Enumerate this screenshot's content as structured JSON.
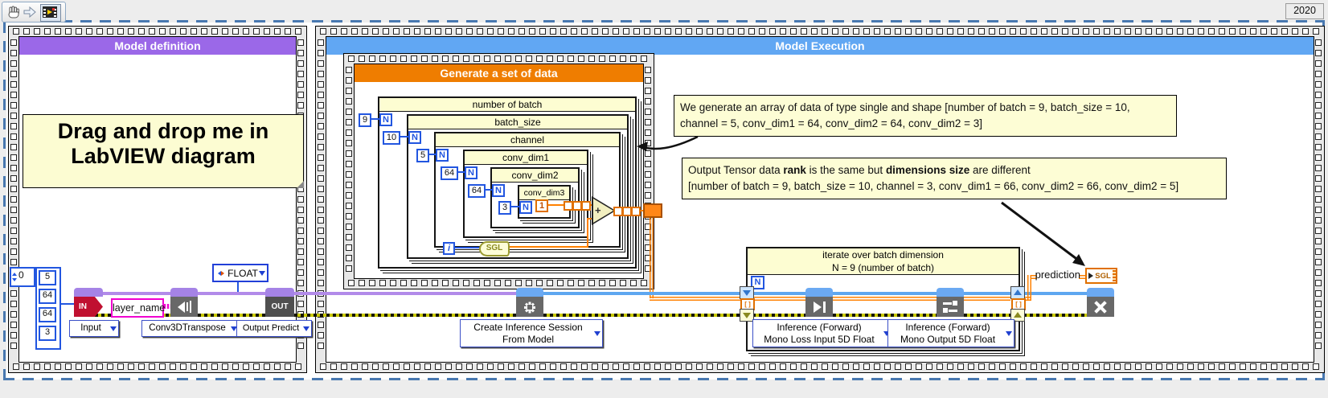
{
  "window": {
    "year": "2020"
  },
  "model_definition": {
    "title": "Model definition",
    "note_line1": "Drag and drop me in",
    "note_line2": "LabVIEW diagram",
    "index_value": "0",
    "array_values": [
      "5",
      "64",
      "64",
      "3"
    ],
    "in_node": "IN",
    "out_node": "OUT",
    "layer_name": "layer_name",
    "input_dropdown": "Input",
    "conv_dropdown": "Conv3DTranspose",
    "float_enum": "FLOAT",
    "output_dropdown": "Output Predict"
  },
  "model_execution": {
    "title": "Model Execution",
    "generate": {
      "title": "Generate a set of data",
      "n_terminal": "N",
      "one_constant": "1",
      "add_operator": "+",
      "iteration_terminal": "i",
      "sgl_conversion": "SGL",
      "loops": [
        {
          "label": "number of batch",
          "count": "9"
        },
        {
          "label": "batch_size",
          "count": "10"
        },
        {
          "label": "channel",
          "count": "5"
        },
        {
          "label": "conv_dim1",
          "count": "64"
        },
        {
          "label": "conv_dim2",
          "count": "64"
        },
        {
          "label": "conv_dim3",
          "count": "3"
        }
      ]
    },
    "comment1": {
      "line1": "We generate an array of data of type single and shape [number of batch = 9, batch_size = 10,",
      "line2": "channel = 5, conv_dim1 = 64, conv_dim2 = 64, conv_dim2 = 3]"
    },
    "comment2": {
      "part1": "Output Tensor data ",
      "bold1": "rank",
      "part2": " is the same but ",
      "bold2": "dimensions size",
      "part3": " are different",
      "line2": "[number of batch = 9, batch_size = 10, channel = 3, conv_dim1 = 66, conv_dim2 = 66, conv_dim2 = 5]"
    },
    "create_session": {
      "line1": "Create Inference Session",
      "line2": "From Model"
    },
    "batch_loop": {
      "line1": "iterate over batch dimension",
      "line2": "N = 9 (number of batch)",
      "n_terminal": "N"
    },
    "inference1": {
      "line1": "Inference (Forward)",
      "line2": "Mono Loss Input 5D Float"
    },
    "inference2": {
      "line1": "Inference (Forward)",
      "line2": "Mono Output 5D Float"
    },
    "prediction_label": "prediction",
    "prediction_type": "SGL"
  },
  "colors": {
    "purple_header": "#9b68e8",
    "blue_header": "#61a7f3",
    "orange_header": "#ef7d00",
    "integer_blue": "#2256e0",
    "float_orange": "#ff8000",
    "error_olive": "#c8c800",
    "string_pink": "#f000d0"
  }
}
